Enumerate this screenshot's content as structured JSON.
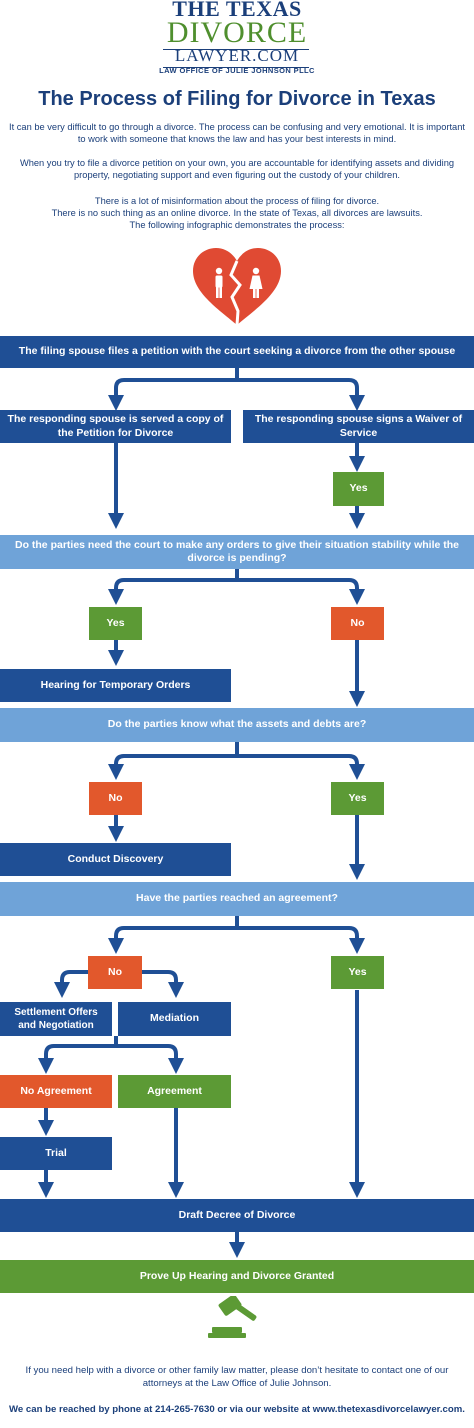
{
  "logo": {
    "line1": "THE TEXAS",
    "line2": "DIVORCE",
    "line3": "LAWYER.COM",
    "subtitle": "LAW OFFICE OF JULIE JOHNSON PLLC"
  },
  "title": "The Process of Filing for Divorce in Texas",
  "intro": {
    "p1": "It can be very difficult to go through a divorce. The process can be confusing and very emotional. It is important to work with someone that knows the law and has your best interests in mind.",
    "p2": "When you try to file a divorce petition on your own, you are accountable for identifying assets and dividing property, negotiating support and even figuring out the custody of your children.",
    "p3_line1": "There is a lot of misinformation about the process of filing for divorce.",
    "p3_line2": "There is no such thing as an online divorce.  In the state of Texas, all divorces are lawsuits.",
    "p3_line3": "The following infographic demonstrates the process:"
  },
  "flow": {
    "step1": "The filing spouse files a petition with the court seeking a divorce from the other spouse",
    "served": "The responding  spouse is served a copy of the Petition for Divorce",
    "waiver": "The responding spouse signs a Waiver of Service",
    "waiver_yes": "Yes",
    "q_orders": "Do the parties need the court to make any orders to give their situation stability while the divorce is pending?",
    "orders_yes": "Yes",
    "orders_no": "No",
    "temp_hearing": "Hearing for Temporary Orders",
    "q_assets": "Do the parties know what the assets and debts are?",
    "assets_no": "No",
    "assets_yes": "Yes",
    "discovery": "Conduct Discovery",
    "q_agreement": "Have the parties reached an agreement?",
    "agree_no": "No",
    "agree_yes": "Yes",
    "settlement": "Settlement Offers and Negotiation",
    "mediation": "Mediation",
    "no_agreement": "No Agreement",
    "agreement": "Agreement",
    "trial": "Trial",
    "decree": "Draft Decree of Divorce",
    "prove_up": "Prove Up Hearing and Divorce Granted"
  },
  "footer": {
    "line1": "If you need help with a divorce or other family law matter, please don’t hesitate to contact one of our attorneys at the Law Office of Julie Johnson.",
    "line2": "We can be reached by phone at 214-265-7630 or via our website at www.thetexasdivorcelawyer.com."
  },
  "colors": {
    "dark_blue": "#1f4f95",
    "light_blue": "#6fa3d8",
    "green": "#5c9a35",
    "orange": "#e2582c",
    "heart_red": "#e04a33"
  },
  "icons": [
    "broken-heart-icon",
    "man-icon",
    "woman-icon",
    "gavel-icon"
  ]
}
